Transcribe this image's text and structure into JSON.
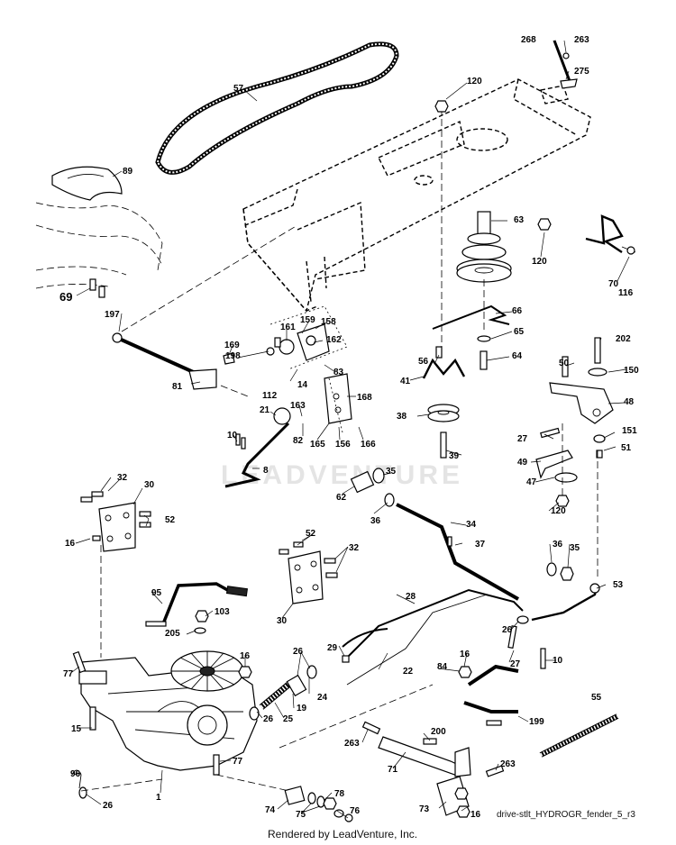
{
  "footer": {
    "credit": "Rendered by LeadVenture, Inc.",
    "code": "drive-stlt_HYDROGR_fender_5_r3"
  },
  "watermark": "LEADVENTURE",
  "part_numbers": [
    "57",
    "268",
    "263",
    "275",
    "120",
    "89",
    "63",
    "120",
    "70",
    "116",
    "69",
    "197",
    "161",
    "159",
    "158",
    "162",
    "169",
    "198",
    "66",
    "65",
    "56",
    "64",
    "41",
    "83",
    "112",
    "14",
    "50",
    "202",
    "150",
    "48",
    "81",
    "163",
    "168",
    "21",
    "38",
    "27",
    "82",
    "165",
    "156",
    "166",
    "10",
    "8",
    "39",
    "151",
    "51",
    "49",
    "47",
    "35",
    "62",
    "36",
    "120",
    "32",
    "30",
    "52",
    "16",
    "34",
    "37",
    "36",
    "35",
    "53",
    "52",
    "32",
    "30",
    "95",
    "103",
    "205",
    "28",
    "26",
    "29",
    "27",
    "10",
    "22",
    "77",
    "16",
    "26",
    "24",
    "19",
    "25",
    "26",
    "84",
    "16",
    "199",
    "15",
    "55",
    "200",
    "263",
    "77",
    "96",
    "71",
    "263",
    "26",
    "78",
    "1",
    "74",
    "75",
    "76",
    "73",
    "16"
  ]
}
